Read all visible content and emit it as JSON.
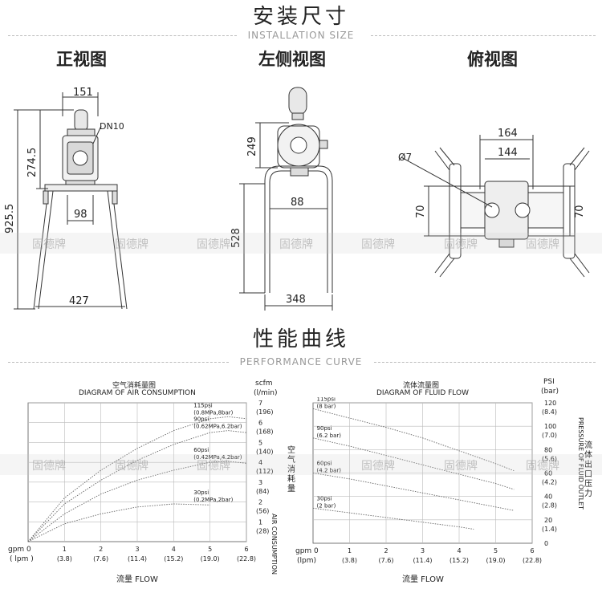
{
  "installation": {
    "title": "安装尺寸",
    "subtitle": "INSTALLATION SIZE",
    "views": {
      "front": {
        "title": "正视图",
        "dims": [
          "151",
          "DN10",
          "274.5",
          "925.5",
          "98",
          "427"
        ]
      },
      "side": {
        "title": "左侧视图",
        "dims": [
          "249",
          "88",
          "528",
          "348"
        ]
      },
      "top": {
        "title": "俯视图",
        "dims": [
          "164",
          "144",
          "Ø7",
          "70",
          "70"
        ]
      }
    }
  },
  "performance": {
    "title": "性能曲线",
    "subtitle": "PERFORMANCE CURVE"
  },
  "watermark": "固德牌",
  "chart_data": [
    {
      "type": "line",
      "title": "空气消耗量图",
      "subtitle": "DIAGRAM OF AIR CONSUMPTION",
      "xlabel": "流量 FLOW",
      "x_unit_top": "gpm 0",
      "x_unit_bottom": "( lpm )",
      "x_ticks": [
        {
          "v": 1,
          "lpm": "(3.8)"
        },
        {
          "v": 2,
          "lpm": "(7.6)"
        },
        {
          "v": 3,
          "lpm": "(11.4)"
        },
        {
          "v": 4,
          "lpm": "(15.2)"
        },
        {
          "v": 5,
          "lpm": "(19.0)"
        },
        {
          "v": 6,
          "lpm": "(22.8)"
        }
      ],
      "xlim": [
        0,
        6
      ],
      "ylim": [
        0,
        7
      ],
      "y_unit_top": "scfm",
      "y_unit_bottom": "(l/min)",
      "y_ticks": [
        {
          "v": 1,
          "alt": "(28)"
        },
        {
          "v": 2,
          "alt": "(56)"
        },
        {
          "v": 3,
          "alt": "(84)"
        },
        {
          "v": 4,
          "alt": "(112)"
        },
        {
          "v": 5,
          "alt": "(140)"
        },
        {
          "v": 6,
          "alt": "(168)"
        },
        {
          "v": 7,
          "alt": "(196)"
        }
      ],
      "ylabel_cn": "空气消耗量",
      "ylabel_en": "AIR CONSUMPTION",
      "series": [
        {
          "name": "115psi",
          "sub": "(0.8MPa,8bar)",
          "x": [
            0,
            1,
            2,
            3,
            4,
            5,
            5.5,
            6
          ],
          "y": [
            0,
            2.2,
            3.6,
            4.7,
            5.6,
            6.2,
            6.3,
            6.2
          ]
        },
        {
          "name": "90psi",
          "sub": "(0.62MPa,6.2bar)",
          "x": [
            0,
            1,
            2,
            3,
            4,
            5,
            5.5,
            6
          ],
          "y": [
            0,
            1.9,
            3.1,
            4.1,
            4.9,
            5.5,
            5.6,
            5.5
          ]
        },
        {
          "name": "60psi",
          "sub": "(0.42MPa,4.2bar)",
          "x": [
            0,
            1,
            2,
            3,
            4,
            5,
            5.5,
            6
          ],
          "y": [
            0,
            1.4,
            2.4,
            3.1,
            3.6,
            4.0,
            4.05,
            3.95
          ]
        },
        {
          "name": "30psi",
          "sub": "(0.2MPa,2bar)",
          "x": [
            0,
            1,
            2,
            3,
            4,
            5
          ],
          "y": [
            0,
            0.9,
            1.4,
            1.75,
            1.9,
            1.85
          ]
        }
      ]
    },
    {
      "type": "line",
      "title": "流体流量图",
      "subtitle": "DIAGRAM OF FLUID FLOW",
      "xlabel": "流量 FLOW",
      "x_unit_top": "gpm 0",
      "x_unit_bottom": "(lpm)",
      "x_ticks": [
        {
          "v": 1,
          "lpm": "(3.8)"
        },
        {
          "v": 2,
          "lpm": "(7.6)"
        },
        {
          "v": 3,
          "lpm": "(11.4)"
        },
        {
          "v": 4,
          "lpm": "(15.2)"
        },
        {
          "v": 5,
          "lpm": "(19.0)"
        },
        {
          "v": 6,
          "lpm": "(22.8)"
        }
      ],
      "xlim": [
        0,
        6
      ],
      "ylim": [
        0,
        120
      ],
      "y_unit_top": "PSI",
      "y_unit_bottom": "(bar)",
      "y_ticks": [
        {
          "v": 0,
          "alt": "0"
        },
        {
          "v": 20,
          "alt": "(1.4)"
        },
        {
          "v": 40,
          "alt": "(2.8)"
        },
        {
          "v": 60,
          "alt": "(4.2)"
        },
        {
          "v": 80,
          "alt": "(5.6)"
        },
        {
          "v": 100,
          "alt": "(7.0)"
        },
        {
          "v": 120,
          "alt": "(8.4)"
        }
      ],
      "ylabel_cn": "流体出口压力",
      "ylabel_en": "PRESSURE OF FLUID OUTLET",
      "series": [
        {
          "name": "115psi",
          "sub": "(8 bar)",
          "x": [
            0,
            1,
            2,
            3,
            4,
            5,
            5.5
          ],
          "y": [
            115,
            107,
            99,
            90,
            79,
            68,
            62
          ]
        },
        {
          "name": "90psi",
          "sub": "(6.2 bar)",
          "x": [
            0,
            1,
            2,
            3,
            4,
            5,
            5.5
          ],
          "y": [
            90,
            83,
            75,
            67,
            59,
            51,
            46
          ]
        },
        {
          "name": "60psi",
          "sub": "(4.2 bar)",
          "x": [
            0,
            1,
            2,
            3,
            4,
            5,
            5.5
          ],
          "y": [
            60,
            55,
            49,
            43,
            37,
            31,
            28
          ]
        },
        {
          "name": "30psi",
          "sub": "(2 bar)",
          "x": [
            0,
            1,
            2,
            3,
            4,
            4.4
          ],
          "y": [
            30,
            26,
            22,
            18,
            14,
            12
          ]
        }
      ]
    }
  ]
}
